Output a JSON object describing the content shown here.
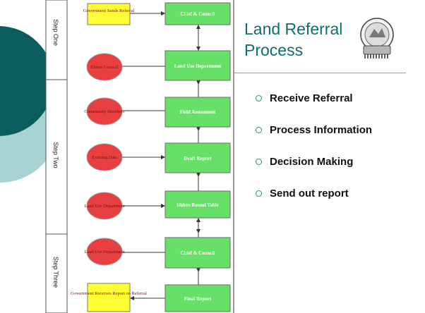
{
  "slide": {
    "title_line1": "Land Referral",
    "title_line2": "Process",
    "bullets": [
      "Receive Referral",
      "Process Information",
      "Decision Making",
      "Send out report"
    ]
  },
  "diagram": {
    "steps": [
      "Step One",
      "Step Two",
      "Step Three"
    ],
    "main_boxes": [
      "Chief & Council",
      "Land Use Department",
      "Field Assessment",
      "Draft Report",
      "Elders Round Table",
      "Chief & Council",
      "Final Report"
    ],
    "circles": [
      "Elders Council",
      "Community Members",
      "Existing Data",
      "Land Use Department",
      "Land Use Department"
    ],
    "yellow_boxes": [
      "Government Sends Referral",
      "Government Receives Report on Referral"
    ],
    "colors": {
      "teal_dark": "#0b5d5d",
      "teal_light": "#a8d3d3",
      "green_box": "#66e066",
      "red_circle": "#e84040",
      "yellow_box": "#ffff33",
      "title_teal": "#0e6e6e"
    }
  }
}
